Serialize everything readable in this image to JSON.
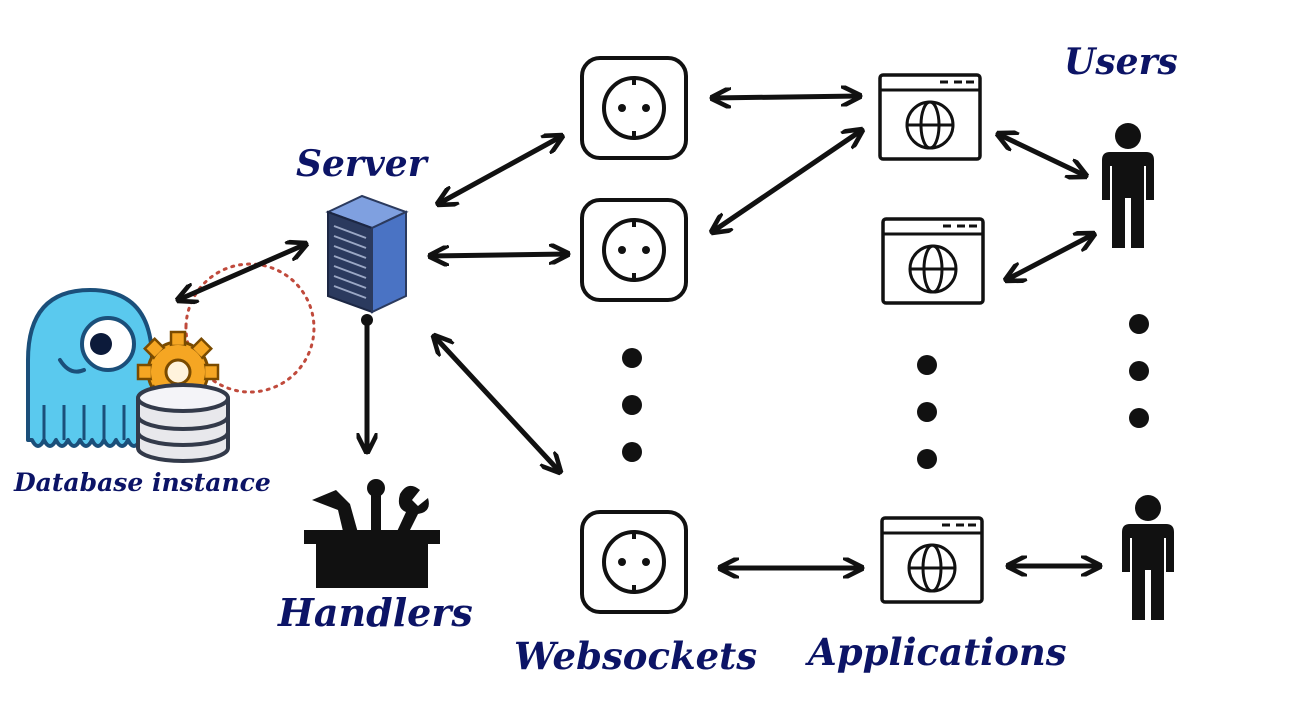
{
  "labels": {
    "server": "Server",
    "users": "Users",
    "database": "Database instance",
    "handlers": "Handlers",
    "websockets": "Websockets",
    "applications": "Applications"
  },
  "colors": {
    "label_text": "#0c1466",
    "stroke": "#111111",
    "server_blue": "#4a73c4",
    "server_dark": "#2b3a5e",
    "db_mascot": "#5ac9ee",
    "gear": "#f5a623",
    "dotted_ring": "#c04a3c"
  },
  "icons": {
    "server": "server-rack-icon",
    "database": "database-mascot-icon",
    "handlers": "toolbox-icon",
    "websocket": "power-socket-icon",
    "application": "browser-globe-icon",
    "user": "person-icon"
  }
}
